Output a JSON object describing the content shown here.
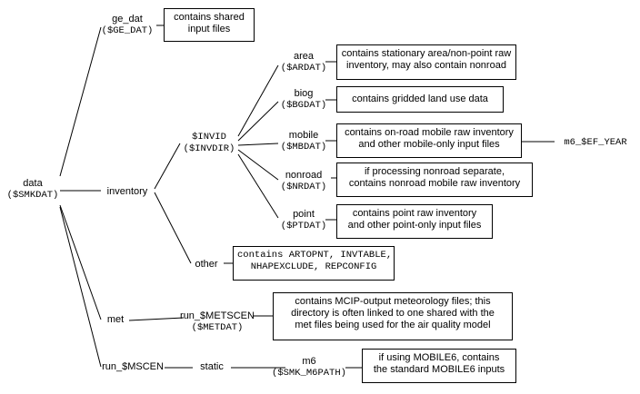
{
  "nodes": {
    "data": {
      "name": "data",
      "var": "($SMKDAT)"
    },
    "ge_dat": {
      "name": "ge_dat",
      "var": "($GE_DAT)"
    },
    "inventory": {
      "name": "inventory"
    },
    "met": {
      "name": "met"
    },
    "run_mscen": {
      "name": "run_$MSCEN"
    },
    "invid": {
      "name": "$INVID",
      "var": "($INVDIR)"
    },
    "other": {
      "name": "other"
    },
    "area": {
      "name": "area",
      "var": "($ARDAT)"
    },
    "biog": {
      "name": "biog",
      "var": "($BGDAT)"
    },
    "mobile": {
      "name": "mobile",
      "var": "($MBDAT)"
    },
    "nonroad": {
      "name": "nonroad",
      "var": "($NRDAT)"
    },
    "point": {
      "name": "point",
      "var": "($PTDAT)"
    },
    "m6_ef_year": {
      "name": "m6_$EF_YEAR"
    },
    "run_metscen": {
      "name": "run_$METSCEN",
      "var": "($METDAT)"
    },
    "static": {
      "name": "static"
    },
    "m6": {
      "name": "m6",
      "var": "($SMK_M6PATH)"
    }
  },
  "boxes": {
    "ge_dat": [
      "contains shared",
      "input files"
    ],
    "area": [
      "contains stationary area/non-point raw",
      "inventory, may also contain nonroad"
    ],
    "biog": [
      "contains gridded land use data"
    ],
    "mobile": [
      "contains on-road mobile raw inventory",
      "and other mobile-only input files"
    ],
    "nonroad": [
      "if processing nonroad separate,",
      "contains nonroad mobile raw inventory"
    ],
    "point": [
      "contains point raw inventory",
      "and other point-only input files"
    ],
    "other": [
      "contains ARTOPNT, INVTABLE,",
      "NHAPEXCLUDE, REPCONFIG"
    ],
    "met": [
      "contains MCIP-output meteorology files; this",
      "directory is often linked to one shared with the",
      "met files being used for the air quality model"
    ],
    "m6": [
      "if using MOBILE6, contains",
      "the standard MOBILE6 inputs"
    ]
  }
}
